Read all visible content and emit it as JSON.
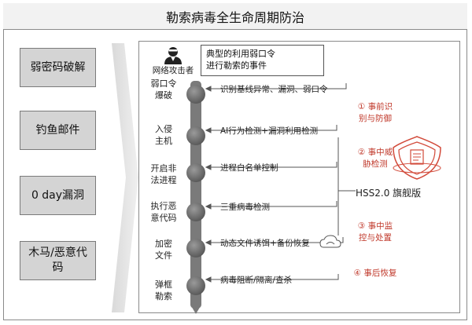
{
  "title": "勒索病毒全生命周期防治",
  "attack_vectors": [
    "弱密码破解",
    "钓鱼邮件",
    "0 day漏洞",
    "木马/恶意代码"
  ],
  "attacker": {
    "label": "网络攻击者",
    "icon": "hacker-icon"
  },
  "callout": {
    "line1": "典型的利用弱口令",
    "line2": "进行勒索的事件"
  },
  "stages": [
    {
      "line1": "弱口令",
      "line2": "爆破",
      "note": "识别基线异常、漏洞、弱口令"
    },
    {
      "line1": "入侵",
      "line2": "主机",
      "note": "AI行为检测+漏洞利用检测"
    },
    {
      "line1": "开启非",
      "line2": "法进程",
      "note": "进程白名单控制"
    },
    {
      "line1": "执行恶",
      "line2": "意代码",
      "note": "三重病毒检测"
    },
    {
      "line1": "加密",
      "line2": "文件",
      "note": "动态文件诱饵+备份恢复"
    },
    {
      "line1": "弹框",
      "line2": "勒索",
      "note": "病毒阻断/隔离/查杀"
    }
  ],
  "steps": [
    {
      "line1": "① 事前识",
      "line2": "别与防御"
    },
    {
      "line1": "② 事中威",
      "line2": "胁检测"
    },
    {
      "line1": "③ 事中监",
      "line2": "控与处置"
    },
    {
      "line1": "④ 事后恢复",
      "line2": ""
    }
  ],
  "product": "HSS2.0 旗舰版",
  "colors": {
    "accent_red": "#c0392b",
    "node_gray": "#6e6e6e",
    "box_gray": "#d4d4d4"
  },
  "icons": {
    "shield": "shield-icon",
    "backup": "backup-cloud-icon"
  }
}
